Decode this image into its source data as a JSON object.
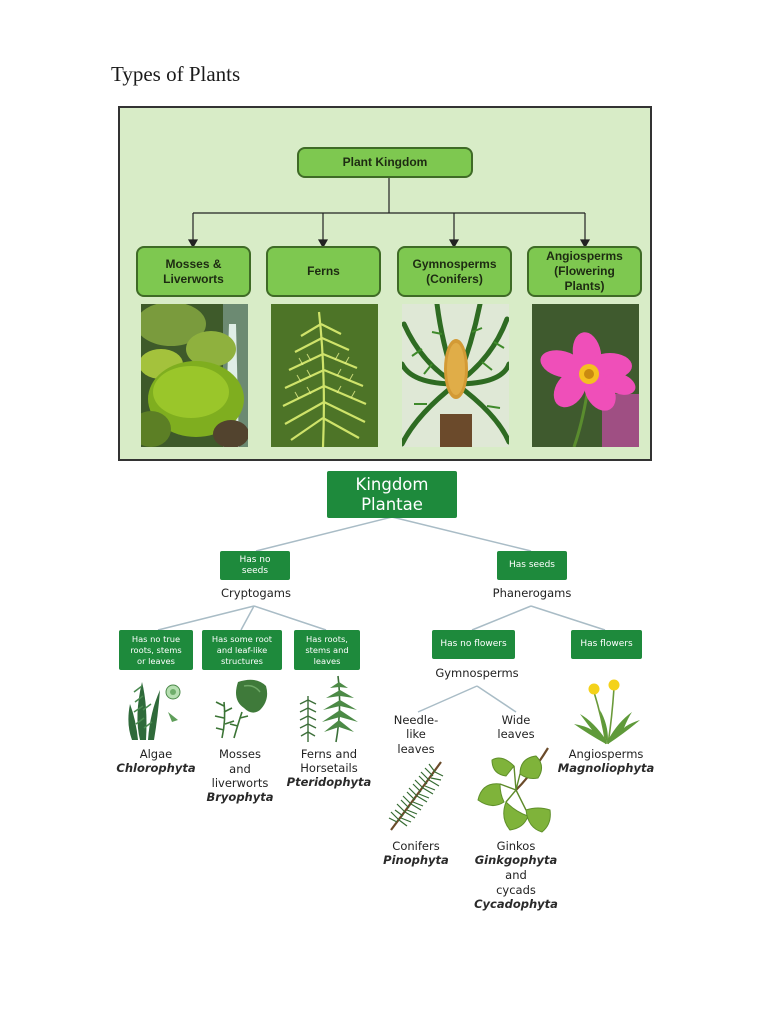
{
  "page_title": "Types of Plants",
  "top_diagram": {
    "root": "Plant Kingdom",
    "groups": [
      {
        "label": "Mosses &\nLiverworts"
      },
      {
        "label": "Ferns"
      },
      {
        "label": "Gymnosperms\n(Conifers)"
      },
      {
        "label": "Angiosperms\n(Flowering\nPlants)"
      }
    ],
    "colors": {
      "panel": "#d8ecc7",
      "box": "#7ec850"
    }
  },
  "bottom_diagram": {
    "root": "Kingdom\nPlantae",
    "left_branch": {
      "condition": "Has no\nseeds",
      "name": "Cryptogams",
      "children": [
        {
          "condition": "Has no true\nroots, stems\nor leaves",
          "common": "Algae",
          "scientific": "Chlorophyta",
          "icon": "algae-icon"
        },
        {
          "condition": "Has some root\nand leaf-like\nstructures",
          "common_1": "Mosses",
          "common_2": "and",
          "common_3": "liverworts",
          "scientific": "Bryophyta",
          "icon": "moss-icon"
        },
        {
          "condition": "Has roots,\nstems and\nleaves",
          "common_1": "Ferns and",
          "common_2": "Horsetails",
          "scientific": "Pteridophyta",
          "icon": "fern-icon"
        }
      ]
    },
    "right_branch": {
      "condition": "Has seeds",
      "name": "Phanerogams",
      "no_flowers": {
        "condition": "Has no flowers",
        "name": "Gymnosperms",
        "needle": {
          "label_1": "Needle-",
          "label_2": "like",
          "label_3": "leaves",
          "common": "Conifers",
          "scientific": "Pinophyta",
          "icon": "conifer-icon"
        },
        "wide": {
          "label_1": "Wide",
          "label_2": "leaves",
          "common_1": "Ginkos",
          "scientific_1": "Ginkgophyta",
          "common_2": "and",
          "common_3": "cycads",
          "scientific_2": "Cycadophyta",
          "icon": "ginkgo-icon"
        }
      },
      "flowers": {
        "condition": "Has flowers",
        "common": "Angiosperms",
        "scientific": "Magnoliophyta",
        "icon": "dandelion-icon"
      }
    },
    "colors": {
      "box": "#1e8a3c",
      "lines": "#a9bcc6"
    }
  }
}
